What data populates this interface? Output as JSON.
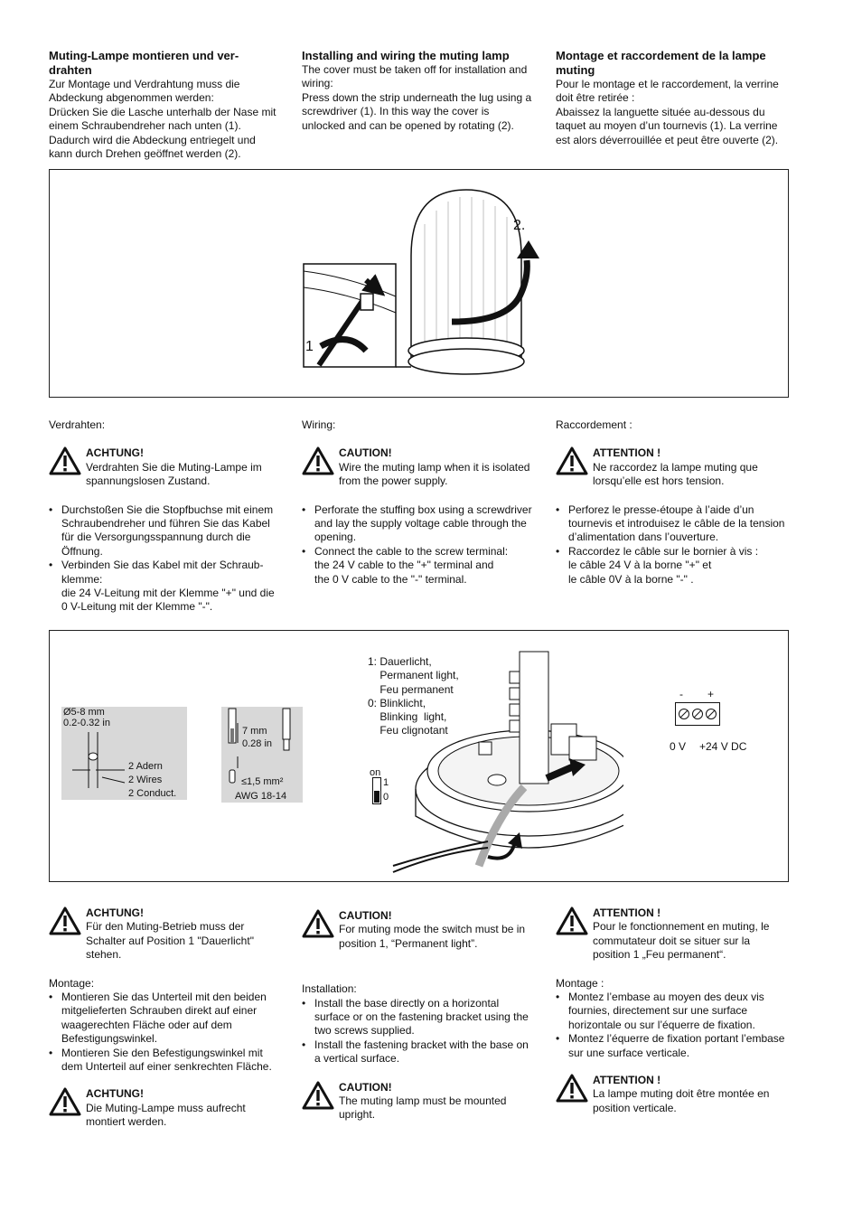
{
  "sec1": {
    "de": {
      "title": "Muting-Lampe montieren und ver-\ndrahten",
      "body": "Zur Montage und Verdrahtung muss die Abdeckung abgenommen werden:\nDrücken Sie  die Lasche unterhalb der Nase mit einem Schraubendreher nach unten (1).\nDadurch wird die Abdeckung entriegelt und kann durch Drehen geöffnet werden (2)."
    },
    "en": {
      "title": "Installing and wiring the muting lamp",
      "body": "The cover must be taken off  for installation and wiring:\nPress down the strip underneath the lug using a screwdriver (1). In this way the cover is unlocked and can be opened by rotating (2)."
    },
    "fr": {
      "title": "Montage et raccordement de la lampe muting",
      "body": "Pour le montage et le raccordement, la verrine doit être retirée :\nAbaissez la languette située au-dessous du taquet au moyen d’un tournevis (1). La verrine est alors déverrouillée et peut être ouverte (2)."
    }
  },
  "fig1": {
    "label1": "1",
    "label2": "2."
  },
  "wiring": {
    "de": {
      "heading": "Verdrahten:",
      "warn_title": "ACHTUNG!",
      "warn_text": "Verdrahten Sie die Muting-Lampe im spannungslosen Zustand.",
      "bullets": [
        "Durchstoßen Sie die Stopfbuchse mit einem Schraubendreher und führen Sie das Kabel für die Versorgungsspannung durch die Öffnung.",
        "Verbinden Sie das Kabel mit der Schraub-klemme:\ndie 24 V-Leitung mit der Klemme \"+\" und die 0 V-Leitung mit der Klemme \"-\"."
      ]
    },
    "en": {
      "heading": "Wiring:",
      "warn_title": "CAUTION!",
      "warn_text": "Wire the muting lamp when it is isolated from the power supply.",
      "bullets": [
        " Perforate the stuffing box using a screwdriver and lay the supply voltage cable through the opening.",
        "Connect the cable to the screw terminal:\nthe 24 V cable to the \"+\" terminal and\nthe 0 V cable to the \"-\" terminal."
      ]
    },
    "fr": {
      "heading": "Raccordement :",
      "warn_title": "ATTENTION !",
      "warn_text": "Ne raccordez la lampe muting que lorsqu’elle est hors tension.",
      "bullets": [
        "Perforez le presse-étoupe à l’aide d’un tournevis et introduisez le câble de la tension d’alimentation dans l’ouverture.",
        "Raccordez le câble sur le bornier à vis :\nle câble 24 V à la borne \"+\" et\nle câble 0V à la borne \"-\" ."
      ]
    }
  },
  "fig2": {
    "cable": {
      "dia": "Ø5-8 mm\n0.2-0.32 in",
      "wires": "2 Adern\n2 Wires\n2 Conduct."
    },
    "strip": {
      "len": "7 mm\n0.28 in",
      "cross": "≤1,5 mm²",
      "awg": "AWG 18-14"
    },
    "switch_legend": "1: Dauerlicht,\n    Permanent light,\n    Feu permanent\n0: Blinklicht,\n    Blinking  light,\n    Feu clignotant",
    "switch": {
      "on": "on",
      "one": "1",
      "zero": "0"
    },
    "terminal": {
      "minus": "-",
      "plus": "+",
      "zero_v": "0 V",
      "plus_24v": "+24 V DC"
    }
  },
  "muting": {
    "de": {
      "warn_title": "ACHTUNG!",
      "warn_text": "Für den Muting-Betrieb muss der Schalter auf Position 1 \"Dauerlicht\" stehen.",
      "heading": "Montage:",
      "bullets": [
        "Montieren Sie das Unterteil mit den beiden mitgelieferten Schrauben direkt auf einer waagerechten Fläche oder auf dem Befestigungswinkel.",
        "Montieren Sie den Befestigungswinkel mit dem Unterteil auf einer senkrechten Fläche."
      ],
      "warn2_title": "ACHTUNG!",
      "warn2_text": "Die Muting-Lampe muss aufrecht montiert werden."
    },
    "en": {
      "warn_title": "CAUTION!",
      "warn_text": "For muting mode the switch must be in position 1, “Permanent light”.",
      "heading": "Installation:",
      "bullets": [
        "Install the base directly on a horizontal surface or on the fastening bracket using the two screws supplied.",
        "Install the fastening bracket with the base on a vertical surface."
      ],
      "warn2_title": "CAUTION!",
      "warn2_text": "The muting lamp must be mounted upright."
    },
    "fr": {
      "warn_title": "ATTENTION !",
      "warn_text": "Pour le fonctionnement en muting, le commutateur doit se situer sur la position 1 „Feu permanent“.",
      "heading": "Montage :",
      "bullets": [
        "Montez l’embase au moyen des deux vis fournies, directement sur une surface horizontale ou sur l’équerre de fixation.",
        "Montez l’équerre de fixation portant l’embase sur une surface verticale."
      ],
      "warn2_title": "ATTENTION !",
      "warn2_text": "La lampe muting doit être montée en position verticale."
    }
  }
}
